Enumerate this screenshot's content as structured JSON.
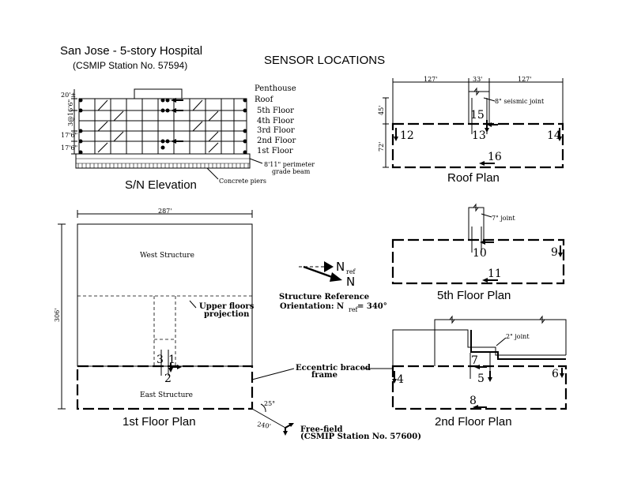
{
  "header": {
    "title": "San Jose - 5-story Hospital",
    "station": "(CSMIP Station No. 57594)",
    "section_title": "SENSOR LOCATIONS"
  },
  "elevation": {
    "caption": "S/N Elevation",
    "floors": [
      "Penthouse",
      "Roof",
      "5th Floor",
      "4th Floor",
      "3rd Floor",
      "2nd Floor",
      "1st Floor"
    ],
    "dims": [
      "20'±",
      "3@16'6\"",
      "17'6\"",
      "17'6\""
    ],
    "grade_beam": "8'11\" perimeter",
    "grade_beam_2": "grade beam",
    "piers": "Concrete piers"
  },
  "roof_plan": {
    "caption": "Roof Plan",
    "dims_top": [
      "127'",
      "33'",
      "127'"
    ],
    "dim_left_a": "45'",
    "dim_left_b": "72'",
    "joint": "8\" seismic joint",
    "sensors": [
      "12",
      "15",
      "13",
      "14",
      "16"
    ]
  },
  "floor5_plan": {
    "caption": "5th Floor Plan",
    "joint": "7\" joint",
    "sensors": [
      "10",
      "9",
      "11"
    ]
  },
  "floor2_plan": {
    "caption": "2nd Floor Plan",
    "joint": "2\" joint",
    "sensors": [
      "7",
      "5",
      "4",
      "6",
      "8"
    ]
  },
  "floor1_plan": {
    "caption": "1st Floor Plan",
    "dim_top": "287'",
    "dim_left": "306'",
    "west": "West Structure",
    "east": "East Structure",
    "projection_1": "Upper floors",
    "projection_2": "projection",
    "sensors": [
      "3",
      "1",
      "2"
    ]
  },
  "legend": {
    "nref": "N",
    "nref_sub": "ref",
    "north": "N",
    "orientation_1": "Structure Reference",
    "orientation_2": "Orientation: N",
    "orientation_sub": "ref",
    "orientation_3": " = 340°"
  },
  "annotations": {
    "braced_1": "Eccentric braced",
    "braced_2": "frame",
    "angle_25": "25°",
    "dist_240": "240'",
    "freefield_1": "Free-field",
    "freefield_2": "(CSMIP Station No. 57600)"
  }
}
